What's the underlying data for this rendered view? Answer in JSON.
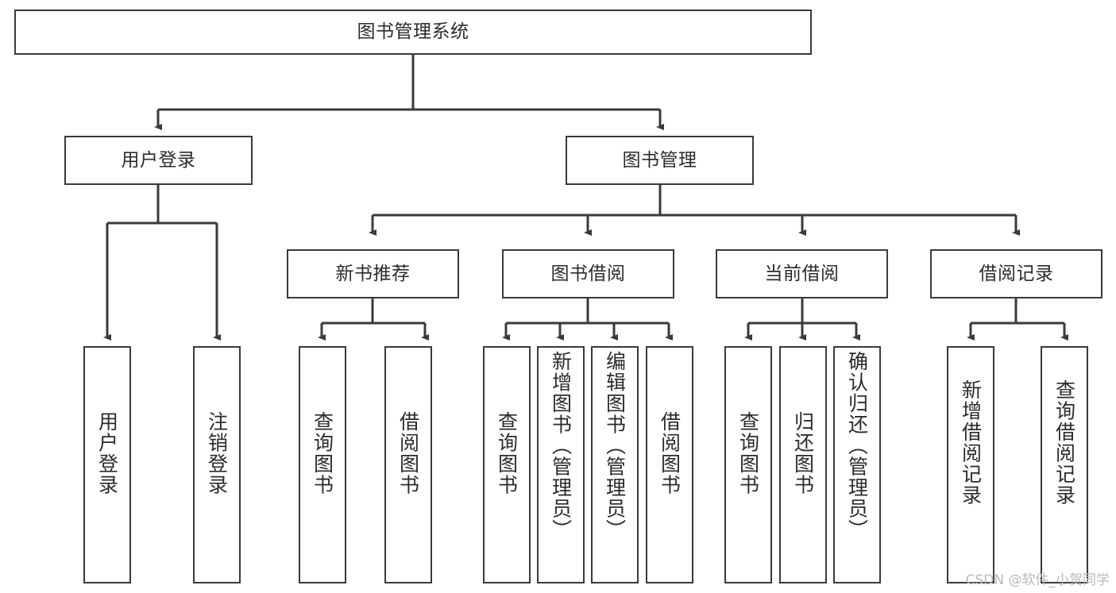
{
  "diagram": {
    "type": "tree",
    "title": "图书管理系统",
    "watermark": "CSDN @软件_小贺同学",
    "colors": {
      "stroke": "#3a3a3a",
      "fill": "#ffffff",
      "text": "#2b2b2b",
      "watermark": "#b9b9b9"
    },
    "nodes": {
      "root": {
        "label": "图书管理系统",
        "level": 1,
        "orientation": "horizontal"
      },
      "l2_user_login": {
        "label": "用户登录",
        "level": 2,
        "orientation": "horizontal"
      },
      "l2_book_manage": {
        "label": "图书管理",
        "level": 2,
        "orientation": "horizontal"
      },
      "l3_new_book_rec": {
        "label": "新书推荐",
        "level": 3,
        "orientation": "horizontal"
      },
      "l3_book_borrow": {
        "label": "图书借阅",
        "level": 3,
        "orientation": "horizontal"
      },
      "l3_current_borrow": {
        "label": "当前借阅",
        "level": 3,
        "orientation": "horizontal"
      },
      "l3_borrow_record": {
        "label": "借阅记录",
        "level": 3,
        "orientation": "horizontal"
      },
      "leaf_user_login": {
        "label": "用户登录",
        "level": 4,
        "orientation": "vertical"
      },
      "leaf_logout": {
        "label": "注销登录",
        "level": 4,
        "orientation": "vertical"
      },
      "leaf_query_book_1": {
        "label": "查询图书",
        "level": 4,
        "orientation": "vertical"
      },
      "leaf_borrow_book_1": {
        "label": "借阅图书",
        "level": 4,
        "orientation": "vertical"
      },
      "leaf_query_book_2": {
        "label": "查询图书",
        "level": 4,
        "orientation": "vertical"
      },
      "leaf_add_book": {
        "label": "新增图书（管理员）",
        "level": 4,
        "orientation": "vertical"
      },
      "leaf_edit_book": {
        "label": "编辑图书（管理员）",
        "level": 4,
        "orientation": "vertical"
      },
      "leaf_borrow_book_2": {
        "label": "借阅图书",
        "level": 4,
        "orientation": "vertical"
      },
      "leaf_query_book_3": {
        "label": "查询图书",
        "level": 4,
        "orientation": "vertical"
      },
      "leaf_return_book": {
        "label": "归还图书",
        "level": 4,
        "orientation": "vertical"
      },
      "leaf_confirm_return": {
        "label": "确认归还（管理员）",
        "level": 4,
        "orientation": "vertical"
      },
      "leaf_add_record": {
        "label": "新增借阅记录",
        "level": 4,
        "orientation": "vertical"
      },
      "leaf_query_record": {
        "label": "查询借阅记录",
        "level": 4,
        "orientation": "vertical"
      }
    },
    "edges": [
      {
        "from": "root",
        "to": "l2_user_login"
      },
      {
        "from": "root",
        "to": "l2_book_manage"
      },
      {
        "from": "l2_user_login",
        "to": "leaf_user_login"
      },
      {
        "from": "l2_user_login",
        "to": "leaf_logout"
      },
      {
        "from": "l2_book_manage",
        "to": "l3_new_book_rec"
      },
      {
        "from": "l2_book_manage",
        "to": "l3_book_borrow"
      },
      {
        "from": "l2_book_manage",
        "to": "l3_current_borrow"
      },
      {
        "from": "l2_book_manage",
        "to": "l3_borrow_record"
      },
      {
        "from": "l3_new_book_rec",
        "to": "leaf_query_book_1"
      },
      {
        "from": "l3_new_book_rec",
        "to": "leaf_borrow_book_1"
      },
      {
        "from": "l3_book_borrow",
        "to": "leaf_query_book_2"
      },
      {
        "from": "l3_book_borrow",
        "to": "leaf_add_book"
      },
      {
        "from": "l3_book_borrow",
        "to": "leaf_edit_book"
      },
      {
        "from": "l3_book_borrow",
        "to": "leaf_borrow_book_2"
      },
      {
        "from": "l3_current_borrow",
        "to": "leaf_query_book_3"
      },
      {
        "from": "l3_current_borrow",
        "to": "leaf_return_book"
      },
      {
        "from": "l3_current_borrow",
        "to": "leaf_confirm_return"
      },
      {
        "from": "l3_borrow_record",
        "to": "leaf_add_record"
      },
      {
        "from": "l3_borrow_record",
        "to": "leaf_query_record"
      }
    ]
  }
}
